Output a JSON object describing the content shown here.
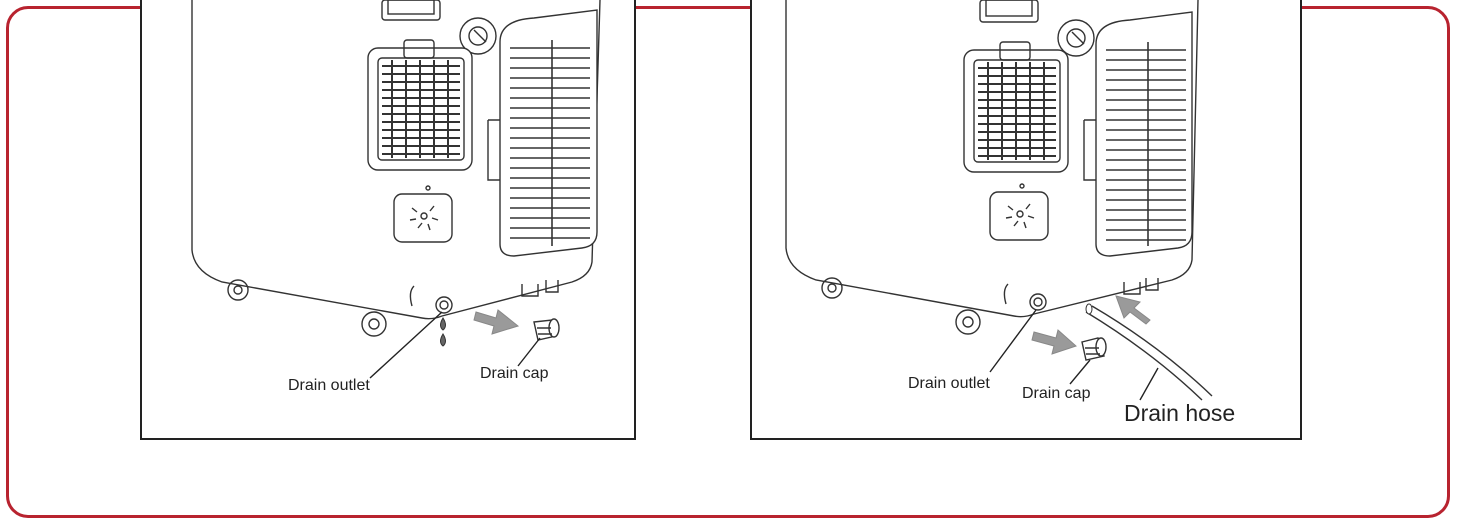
{
  "accent_color": "#b8232f",
  "left_panel": {
    "drain_outlet_label": "Drain  outlet",
    "drain_cap_label": "Drain  cap"
  },
  "right_panel": {
    "drain_outlet_label": "Drain  outlet",
    "drain_cap_label": "Drain  cap",
    "drain_hose_label": "Drain  hose"
  }
}
